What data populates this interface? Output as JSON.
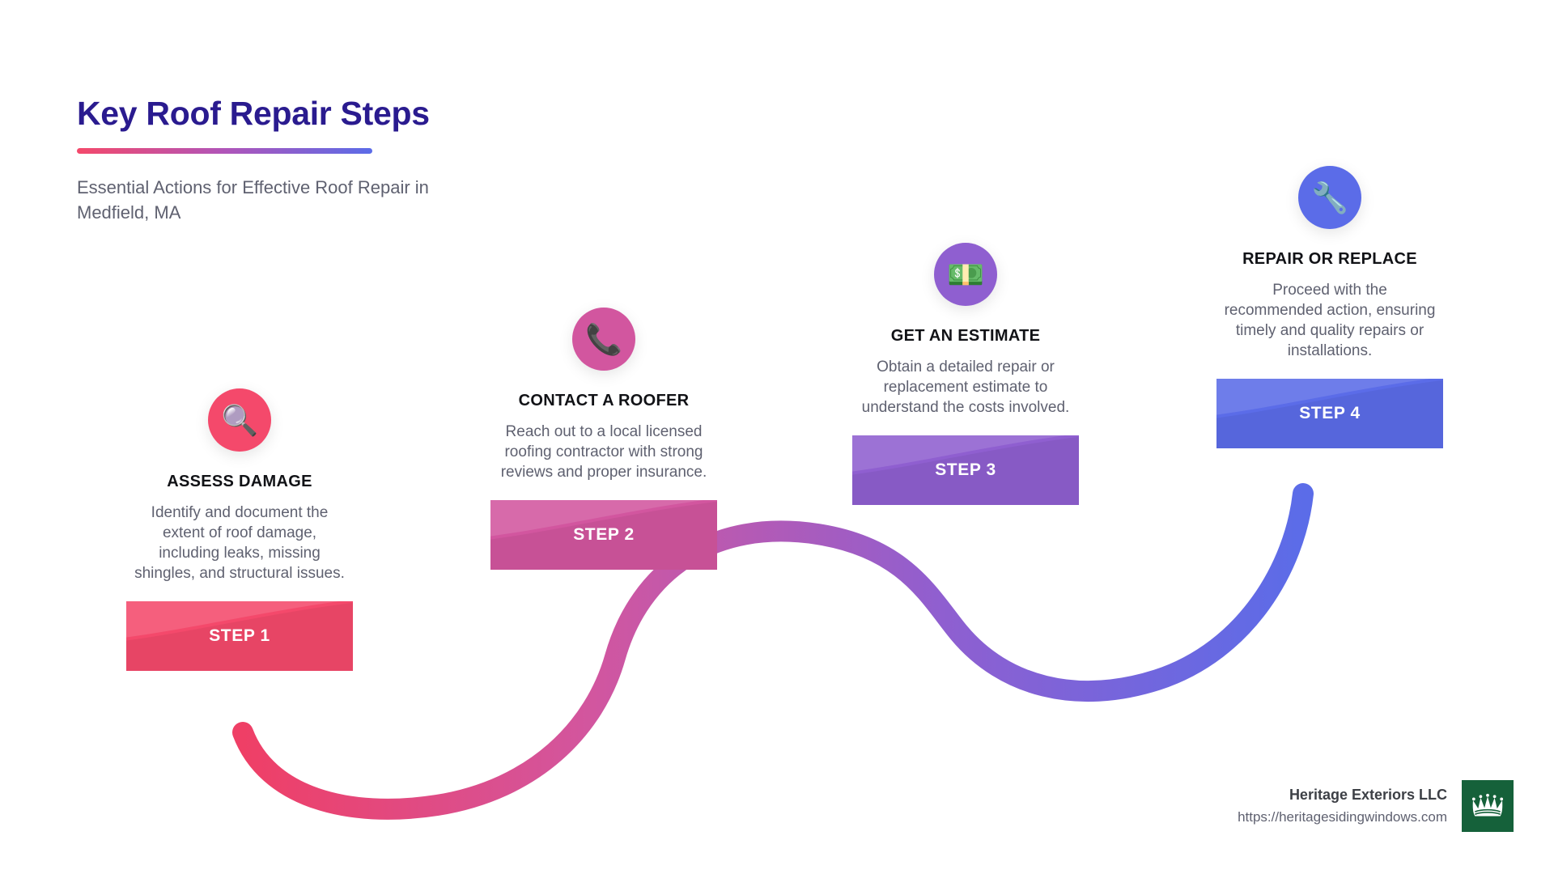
{
  "header": {
    "title": "Key Roof Repair Steps",
    "subtitle": "Essential Actions for Effective Roof Repair in Medfield, MA"
  },
  "colors": {
    "title": "#2a1b8f",
    "body_text": "#5f6170",
    "step1": "#f4496b",
    "step2": "#d2569f",
    "step3": "#8f5fd0",
    "step4": "#5b6ce8",
    "logo_green": "#15613a"
  },
  "steps": [
    {
      "badge": "STEP 1",
      "title": "ASSESS DAMAGE",
      "description": "Identify and document the extent of roof damage, including leaks, missing shingles, and structural issues.",
      "icon": "magnifying-glass-icon",
      "icon_glyph": "🔍",
      "color": "#f4496b",
      "color_dark": "#e23b60"
    },
    {
      "badge": "STEP 2",
      "title": "CONTACT A ROOFER",
      "description": "Reach out to a local licensed roofing contractor with strong reviews and proper insurance.",
      "icon": "telephone-receiver-icon",
      "icon_glyph": "📞",
      "color": "#d2569f",
      "color_dark": "#c74a93"
    },
    {
      "badge": "STEP 3",
      "title": "GET AN ESTIMATE",
      "description": "Obtain a detailed repair or replacement estimate to understand the costs involved.",
      "icon": "dollar-banknote-icon",
      "icon_glyph": "💵",
      "color": "#8f5fd0",
      "color_dark": "#8152c7"
    },
    {
      "badge": "STEP 4",
      "title": "REPAIR OR REPLACE",
      "description": "Proceed with the recommended action, ensuring timely and quality repairs or installations.",
      "icon": "wrench-icon",
      "icon_glyph": "🔧",
      "color": "#5b6ce8",
      "color_dark": "#4e5ee0"
    }
  ],
  "footer": {
    "company": "Heritage Exteriors LLC",
    "url": "https://heritagesidingwindows.com",
    "logo_icon": "crown-logo-icon"
  }
}
